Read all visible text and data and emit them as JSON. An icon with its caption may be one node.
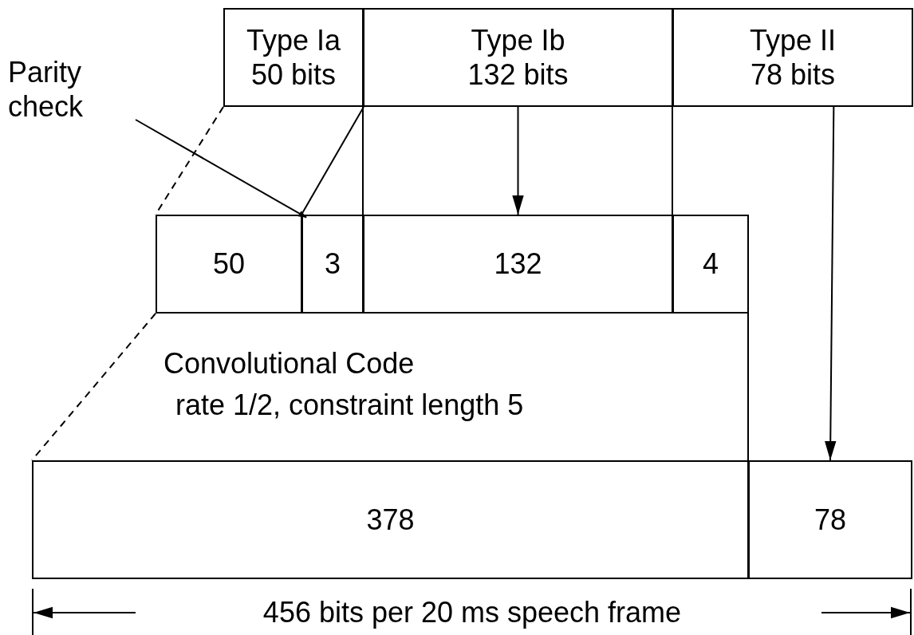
{
  "diagram": {
    "nodes": [
      {
        "text": [
          "Parity check"
        ]
      },
      {
        "text": [
          "Type Ia 50 bits"
        ]
      },
      {
        "text": [
          "Type Ib 132 bits"
        ]
      },
      {
        "text": [
          "Type II 78 bits"
        ]
      },
      {
        "text": [
          "50"
        ]
      },
      {
        "text": [
          "3"
        ]
      },
      {
        "text": [
          "132"
        ]
      },
      {
        "text": [
          "4"
        ]
      },
      {
        "text": [
          "378"
        ]
      },
      {
        "text": [
          "78"
        ]
      }
    ],
    "edges": [
      {
        "from": 1,
        "to": 4,
        "arrow": "none",
        "style": "dashed"
      },
      {
        "from": 1,
        "to": 5,
        "arrow": "none"
      },
      {
        "from": 2,
        "to": 6,
        "arrow": "to"
      },
      {
        "from": 3,
        "to": 9,
        "arrow": "to"
      },
      {
        "from": 0,
        "to": 5,
        "arrow": "to"
      },
      {
        "from": 4,
        "to": 8,
        "arrow": "none",
        "style": "dashed"
      }
    ],
    "labels": [
      "Convolutional Code",
      "rate 1/2, constraint length 5",
      "456 bits per 20 ms speech frame"
    ]
  }
}
